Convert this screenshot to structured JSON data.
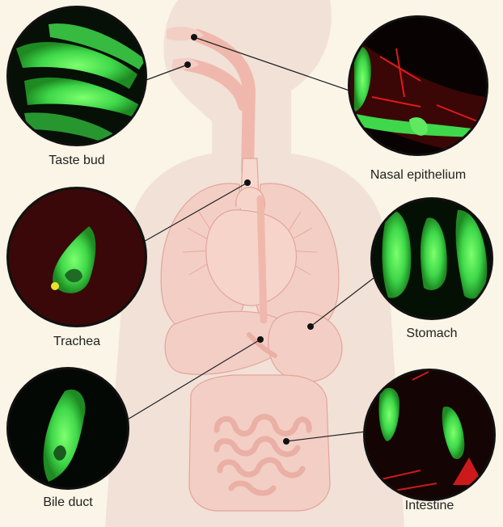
{
  "labels": {
    "taste_bud": "Taste bud",
    "nasal_epithelium": "Nasal epithelium",
    "trachea": "Trachea",
    "stomach": "Stomach",
    "bile_duct": "Bile duct",
    "intestine": "Intestine"
  },
  "colors": {
    "background": "#faf5e6",
    "body_silhouette": "#f1e1d7",
    "organ_fill": "#f3cec5",
    "organ_stroke": "#e2a59b",
    "tract": "#f0b8ad",
    "cell_green": "#3fd84a",
    "cell_red": "#c81818",
    "micrograph_bg": "#050a05",
    "leader_line": "#222222"
  },
  "icons": [
    "taste-bud-micrograph",
    "nasal-epithelium-micrograph",
    "trachea-micrograph",
    "stomach-micrograph",
    "bile-duct-micrograph",
    "intestine-micrograph"
  ]
}
